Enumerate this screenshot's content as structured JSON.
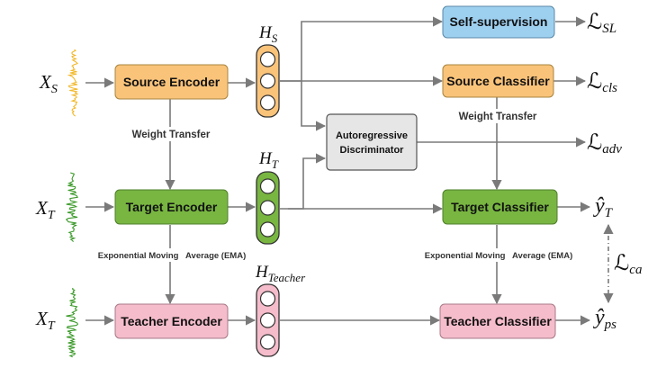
{
  "inputs": {
    "source_input": {
      "base": "X",
      "sub": "S"
    },
    "target_input": {
      "base": "X",
      "sub": "T"
    },
    "teacher_input": {
      "base": "X",
      "sub": "T"
    }
  },
  "boxes": {
    "source_encoder": "Source Encoder",
    "target_encoder": "Target Encoder",
    "teacher_encoder": "Teacher Encoder",
    "self_supervision": "Self-supervision",
    "source_classifier": "Source Classifier",
    "target_classifier": "Target Classifier",
    "teacher_classifier": "Teacher Classifier",
    "discriminator_line1": "Autoregressive",
    "discriminator_line2": "Discriminator"
  },
  "features": {
    "h_s": {
      "base": "H",
      "sub": "S"
    },
    "h_t": {
      "base": "H",
      "sub": "T"
    },
    "h_teacher": {
      "base": "H",
      "sub": "Teacher"
    }
  },
  "edge_labels": {
    "weight_transfer_left": "Weight Transfer",
    "weight_transfer_right": "Weight Transfer",
    "ema_left": "Exponential Moving   Average (EMA)",
    "ema_right": "Exponential Moving   Average (EMA)"
  },
  "losses": {
    "sl": {
      "symbol": "ℒ",
      "sub": "SL"
    },
    "cls": {
      "symbol": "ℒ",
      "sub": "cls"
    },
    "adv": {
      "symbol": "ℒ",
      "sub": "adv"
    },
    "ca": {
      "symbol": "ℒ",
      "sub": "ca"
    }
  },
  "outputs": {
    "y_t": {
      "base": "ŷ",
      "sub": "T"
    },
    "y_ps": {
      "base": "ŷ",
      "sub": "ps"
    }
  },
  "colors": {
    "encoder_source": "#F9C37A",
    "encoder_target": "#78B641",
    "teacher": "#F5BCCB",
    "self_supervision": "#9DCFEF",
    "discriminator": "#E6E6E6",
    "arrow": "#7a7a7a",
    "signal_source": "#F2B92B",
    "signal_target": "#3C9B2A"
  }
}
